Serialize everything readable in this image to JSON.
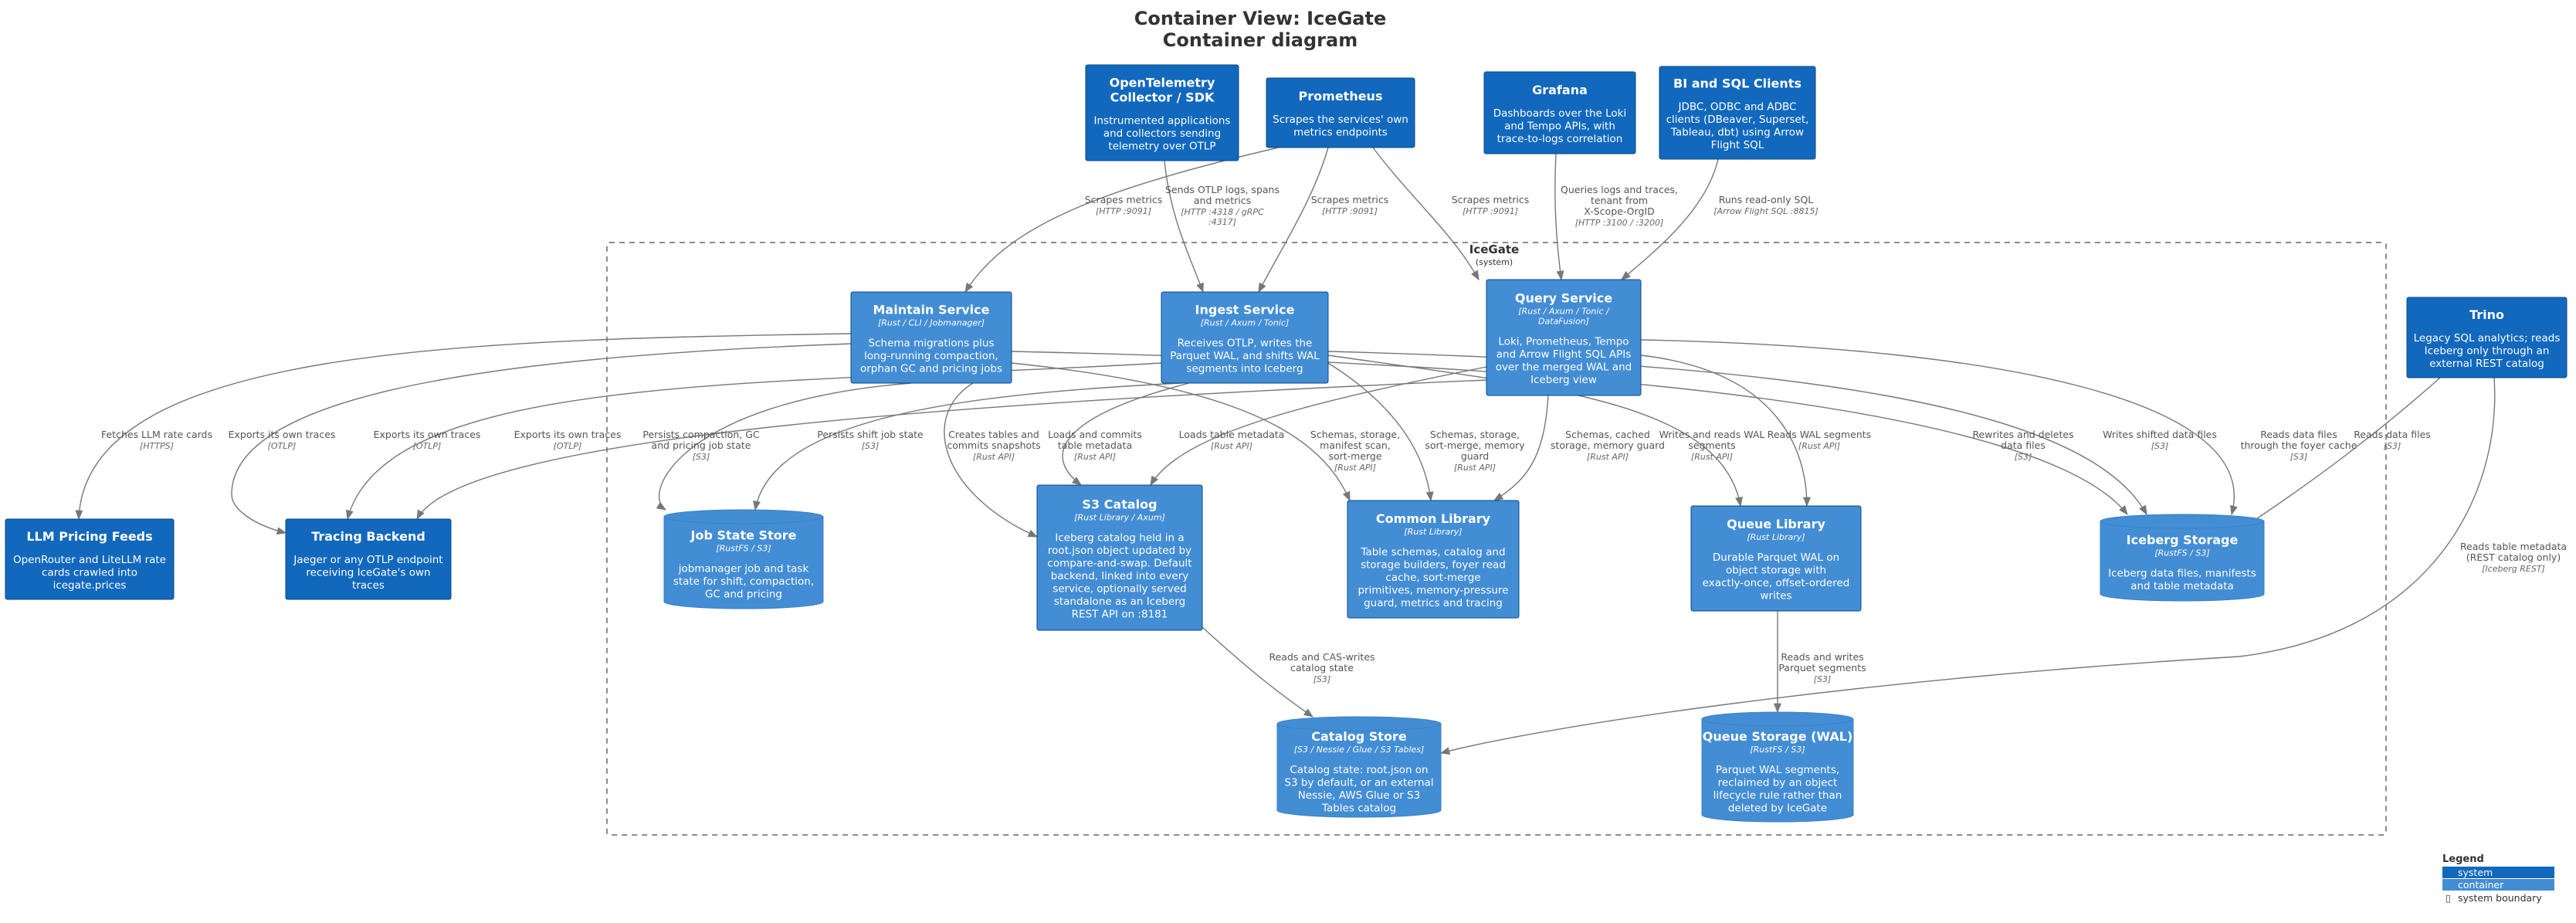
{
  "title": [
    "Container View: IceGate",
    "Container diagram"
  ],
  "colors": {
    "system": "#1168bd",
    "container": "#438dd5",
    "edge": "#777777",
    "text": "#333333"
  },
  "boundary": {
    "name": "IceGate",
    "type": "(system)"
  },
  "nodes": {
    "otel": {
      "name": [
        "OpenTelemetry",
        "Collector / SDK"
      ],
      "tech": [],
      "desc": [
        "Instrumented applications",
        "and collectors sending",
        "telemetry over OTLP"
      ]
    },
    "prometheus": {
      "name": [
        "Prometheus"
      ],
      "tech": [],
      "desc": [
        "Scrapes the services' own",
        "metrics endpoints"
      ]
    },
    "grafana": {
      "name": [
        "Grafana"
      ],
      "tech": [],
      "desc": [
        "Dashboards over the Loki",
        "and Tempo APIs, with",
        "trace-to-logs correlation"
      ]
    },
    "bi": {
      "name": [
        "BI and SQL Clients"
      ],
      "tech": [],
      "desc": [
        "JDBC, ODBC and ADBC",
        "clients (DBeaver, Superset,",
        "Tableau, dbt) using Arrow",
        "Flight SQL"
      ]
    },
    "maintain": {
      "name": [
        "Maintain Service"
      ],
      "tech": [
        "[Rust / CLI / Jobmanager]"
      ],
      "desc": [
        "Schema migrations plus",
        "long-running compaction,",
        "orphan GC and pricing jobs"
      ]
    },
    "ingest": {
      "name": [
        "Ingest Service"
      ],
      "tech": [
        "[Rust / Axum / Tonic]"
      ],
      "desc": [
        "Receives OTLP, writes the",
        "Parquet WAL, and shifts WAL",
        "segments into Iceberg"
      ]
    },
    "query": {
      "name": [
        "Query Service"
      ],
      "tech": [
        "[Rust / Axum / Tonic /",
        "DataFusion]"
      ],
      "desc": [
        "Loki, Prometheus, Tempo",
        "and Arrow Flight SQL APIs",
        "over the merged WAL and",
        "Iceberg view"
      ]
    },
    "trino": {
      "name": [
        "Trino"
      ],
      "tech": [],
      "desc": [
        "Legacy SQL analytics; reads",
        "Iceberg only through an",
        "external REST catalog"
      ]
    },
    "llm": {
      "name": [
        "LLM Pricing Feeds"
      ],
      "tech": [],
      "desc": [
        "OpenRouter and LiteLLM rate",
        "cards crawled into",
        "icegate.prices"
      ]
    },
    "tracing": {
      "name": [
        "Tracing Backend"
      ],
      "tech": [],
      "desc": [
        "Jaeger or any OTLP endpoint",
        "receiving IceGate's own",
        "traces"
      ]
    },
    "jobstate": {
      "name": [
        "Job State Store"
      ],
      "tech": [
        "[RustFS / S3]"
      ],
      "desc": [
        "jobmanager job and task",
        "state for shift, compaction,",
        "GC and pricing"
      ]
    },
    "s3catalog": {
      "name": [
        "S3 Catalog"
      ],
      "tech": [
        "[Rust Library / Axum]"
      ],
      "desc": [
        "Iceberg catalog held in a",
        "root.json object updated by",
        "compare-and-swap. Default",
        "backend, linked into every",
        "service, optionally served",
        "standalone as an Iceberg",
        "REST API on :8181"
      ]
    },
    "common": {
      "name": [
        "Common Library"
      ],
      "tech": [
        "[Rust Library]"
      ],
      "desc": [
        "Table schemas, catalog and",
        "storage builders, foyer read",
        "cache, sort-merge",
        "primitives, memory-pressure",
        "guard, metrics and tracing"
      ]
    },
    "queuelib": {
      "name": [
        "Queue Library"
      ],
      "tech": [
        "[Rust Library]"
      ],
      "desc": [
        "Durable Parquet WAL on",
        "object storage with",
        "exactly-once, offset-ordered",
        "writes"
      ]
    },
    "iceberg": {
      "name": [
        "Iceberg Storage"
      ],
      "tech": [
        "[RustFS / S3]"
      ],
      "desc": [
        "Iceberg data files, manifests",
        "and table metadata"
      ]
    },
    "catalogstore": {
      "name": [
        "Catalog Store"
      ],
      "tech": [
        "[S3 / Nessie / Glue / S3 Tables]"
      ],
      "desc": [
        "Catalog state: root.json on",
        "S3 by default, or an external",
        "Nessie, AWS Glue or S3",
        "Tables catalog"
      ]
    },
    "queuestore": {
      "name": [
        "Queue Storage (WAL)"
      ],
      "tech": [
        "[RustFS / S3]"
      ],
      "desc": [
        "Parquet WAL segments,",
        "reclaimed by an object",
        "lifecycle rule rather than",
        "deleted by IceGate"
      ]
    }
  },
  "relations": [
    {
      "label": [
        "Scrapes metrics"
      ],
      "tech": "[HTTP :9091]"
    },
    {
      "label": [
        "Sends OTLP logs, spans",
        "and metrics"
      ],
      "tech": "[HTTP :4318 / gRPC",
      "tech2": ":4317]"
    },
    {
      "label": [
        "Scrapes metrics"
      ],
      "tech": "[HTTP :9091]"
    },
    {
      "label": [
        "Scrapes metrics"
      ],
      "tech": "[HTTP :9091]"
    },
    {
      "label": [
        "Queries logs and traces,",
        "tenant from",
        "X-Scope-OrgID"
      ],
      "tech": "[HTTP :3100 / :3200]"
    },
    {
      "label": [
        "Runs read-only SQL"
      ],
      "tech": "[Arrow Flight SQL :8815]"
    },
    {
      "label": [
        "Fetches LLM rate cards"
      ],
      "tech": "[HTTPS]"
    },
    {
      "label": [
        "Exports its own traces"
      ],
      "tech": "[OTLP]"
    },
    {
      "label": [
        "Exports its own traces"
      ],
      "tech": "[OTLP]"
    },
    {
      "label": [
        "Exports its own traces"
      ],
      "tech": "[OTLP]"
    },
    {
      "label": [
        "Persists compaction, GC",
        "and pricing job state"
      ],
      "tech": "[S3]"
    },
    {
      "label": [
        "Persists shift job state"
      ],
      "tech": "[S3]"
    },
    {
      "label": [
        "Creates tables and",
        "commits snapshots"
      ],
      "tech": "[Rust API]"
    },
    {
      "label": [
        "Loads and commits",
        "table metadata"
      ],
      "tech": "[Rust API]"
    },
    {
      "label": [
        "Loads table metadata"
      ],
      "tech": "[Rust API]"
    },
    {
      "label": [
        "Schemas, storage,",
        "manifest scan,",
        "sort-merge"
      ],
      "tech": "[Rust API]"
    },
    {
      "label": [
        "Schemas, storage,",
        "sort-merge, memory",
        "guard"
      ],
      "tech": "[Rust API]"
    },
    {
      "label": [
        "Schemas, cached",
        "storage, memory guard"
      ],
      "tech": "[Rust API]"
    },
    {
      "label": [
        "Writes and reads WAL",
        "segments"
      ],
      "tech": "[Rust API]"
    },
    {
      "label": [
        "Reads WAL segments"
      ],
      "tech": "[Rust API]"
    },
    {
      "label": [
        "Rewrites and deletes",
        "data files"
      ],
      "tech": "[S3]"
    },
    {
      "label": [
        "Writes shifted data files"
      ],
      "tech": "[S3]"
    },
    {
      "label": [
        "Reads data files",
        "through the foyer cache"
      ],
      "tech": "[S3]"
    },
    {
      "label": [
        "Reads data files"
      ],
      "tech": "[S3]"
    },
    {
      "label": [
        "Reads table metadata",
        "(REST catalog only)"
      ],
      "tech": "[Iceberg REST]"
    },
    {
      "label": [
        "Reads and CAS-writes",
        "catalog state"
      ],
      "tech": "[S3]"
    },
    {
      "label": [
        "Reads and writes",
        "Parquet segments"
      ],
      "tech": "[S3]"
    }
  ],
  "legend": {
    "title": "Legend",
    "items": [
      "system",
      "container",
      "system boundary"
    ],
    "boundary_glyph": "▯"
  }
}
